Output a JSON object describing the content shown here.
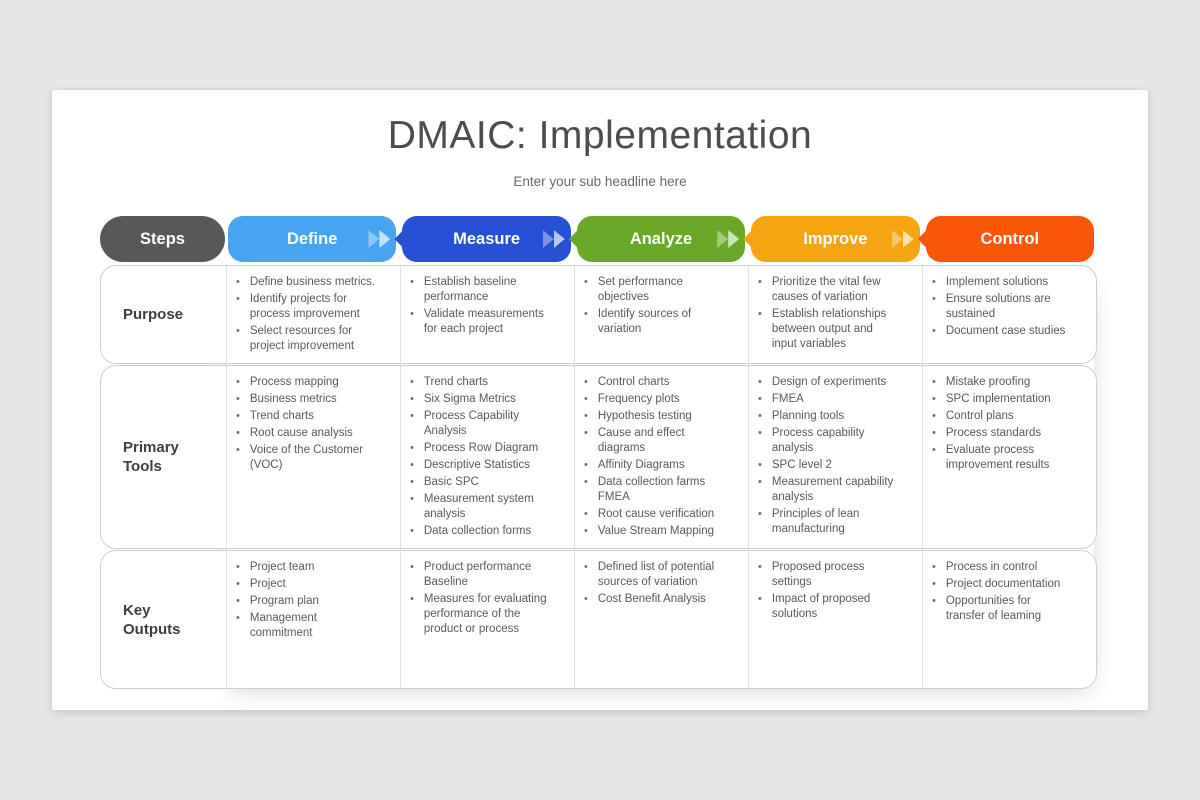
{
  "slide": {
    "title": "DMAIC: Implementation",
    "subtitle": "Enter your sub headline here"
  },
  "colors": {
    "page_bg": "#e8e6e7",
    "slide_bg": "#ffffff",
    "steps": "#595859",
    "define": "#47A4F3",
    "measure": "#2750D6",
    "analyze": "#6BA82A",
    "improve": "#F7A412",
    "control": "#F9560A"
  },
  "table": {
    "steps_label": "Steps",
    "columns": [
      {
        "id": "define",
        "label": "Define",
        "color": "#47A4F3"
      },
      {
        "id": "measure",
        "label": "Measure",
        "color": "#2750D6"
      },
      {
        "id": "analyze",
        "label": "Analyze",
        "color": "#6BA82A"
      },
      {
        "id": "improve",
        "label": "Improve",
        "color": "#F7A412"
      },
      {
        "id": "control",
        "label": "Control",
        "color": "#F9560A"
      }
    ],
    "rows": [
      {
        "id": "purpose",
        "label": "Purpose",
        "cells": [
          [
            "Define business metrics.",
            "Identify projects for process improvement",
            "Select resources for project improvement"
          ],
          [
            "Establish baseline performance",
            "Validate measurements for each project"
          ],
          [
            "Set performance objectives",
            "Identify sources of variation"
          ],
          [
            "Prioritize the vital few causes of variation",
            "Establish relationships between output and input variables"
          ],
          [
            "Implement solutions",
            "Ensure solutions are sustained",
            "Document case studies"
          ]
        ]
      },
      {
        "id": "primary-tools",
        "label": "Primary Tools",
        "cells": [
          [
            "Process mapping",
            "Business metrics",
            "Trend charts",
            "Root cause analysis",
            "Voice of the Customer (VOC)"
          ],
          [
            "Trend charts",
            "Six Sigma Metrics",
            "Process Capability Analysis",
            "Process Row Diagram",
            "Descriptive Statistics",
            "Basic SPC",
            "Measurement system analysis",
            "Data collection forms"
          ],
          [
            "Control charts",
            "Frequency plots",
            "Hypothesis testing",
            "Cause and effect diagrams",
            "Affinity Diagrams",
            "Data collection farms FMEA",
            "Root cause verification",
            "Value Stream Mapping"
          ],
          [
            "Design of experiments",
            "FMEA",
            "Planning tools",
            "Process capability analysis",
            "SPC level 2",
            "Measurement capability analysis",
            "Principles of lean manufacturing"
          ],
          [
            "Mistake proofing",
            "SPC implementation",
            "Control plans",
            "Process standards",
            "Evaluate process improvement results"
          ]
        ]
      },
      {
        "id": "key-outputs",
        "label": "Key Outputs",
        "cells": [
          [
            "Project team",
            "Project",
            "Program plan",
            "Management commitment"
          ],
          [
            "Product performance Baseline",
            "Measures for evaluating performance of the product or process"
          ],
          [
            "Defined list of potential sources of variation",
            "Cost Benefit Analysis"
          ],
          [
            "Proposed process settings",
            "Impact of proposed solutions"
          ],
          [
            "Process in control",
            "Project documentation",
            "Opportunities for transfer of leaming"
          ]
        ]
      }
    ]
  }
}
